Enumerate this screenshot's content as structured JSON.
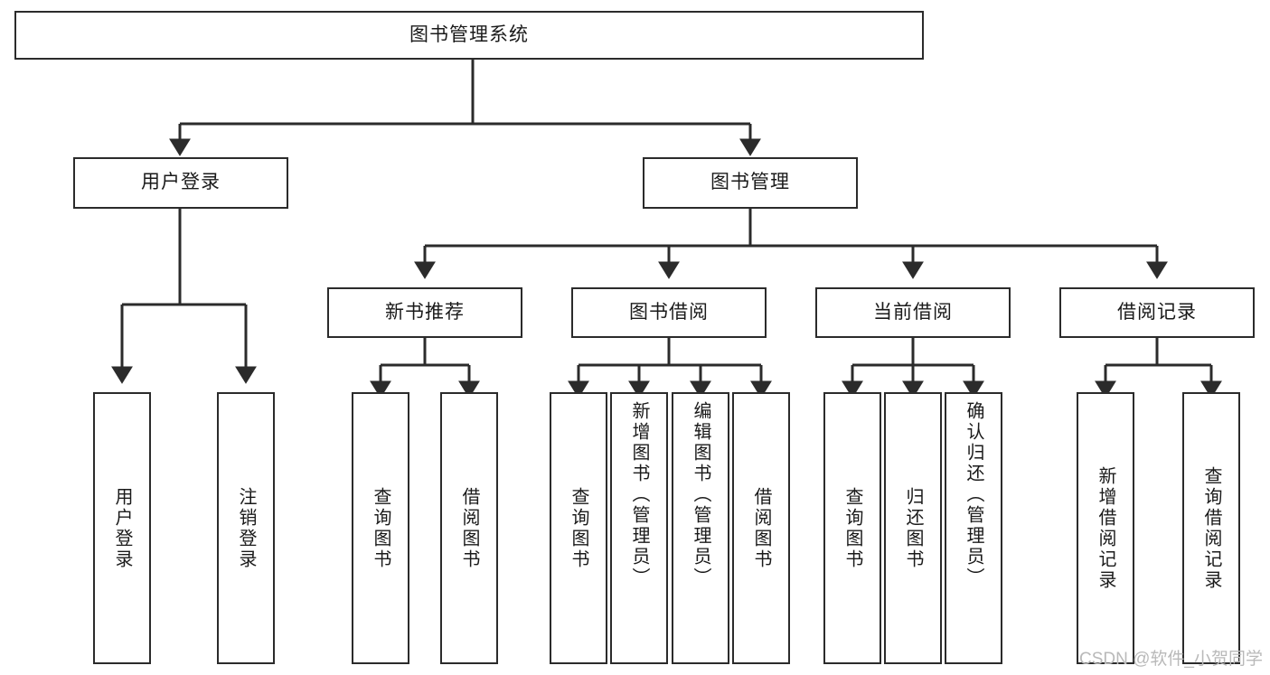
{
  "diagram": {
    "type": "tree",
    "title": "图书管理系统",
    "root": {
      "label": "图书管理系统"
    },
    "level2": [
      {
        "label": "用户登录"
      },
      {
        "label": "图书管理"
      }
    ],
    "level3": [
      {
        "label": "新书推荐"
      },
      {
        "label": "图书借阅"
      },
      {
        "label": "当前借阅"
      },
      {
        "label": "借阅记录"
      }
    ],
    "leaves": {
      "user_login": [
        {
          "label": "用户登录"
        },
        {
          "label": "注销登录"
        }
      ],
      "new_book_recommend": [
        {
          "label": "查询图书"
        },
        {
          "label": "借阅图书"
        }
      ],
      "book_borrow": [
        {
          "label": "查询图书"
        },
        {
          "label": "新增图书（管理员）"
        },
        {
          "label": "编辑图书（管理员）"
        },
        {
          "label": "借阅图书"
        }
      ],
      "current_borrow": [
        {
          "label": "查询图书"
        },
        {
          "label": "归还图书"
        },
        {
          "label": "确认归还（管理员）"
        }
      ],
      "borrow_record": [
        {
          "label": "新增借阅记录"
        },
        {
          "label": "查询借阅记录"
        }
      ]
    }
  },
  "colors": {
    "stroke": "#2b2b2b",
    "fill": "#ffffff",
    "text": "#1a1a1a",
    "watermark": "#b9b9b9"
  },
  "watermark": {
    "text": "CSDN @软件_小贺同学"
  }
}
